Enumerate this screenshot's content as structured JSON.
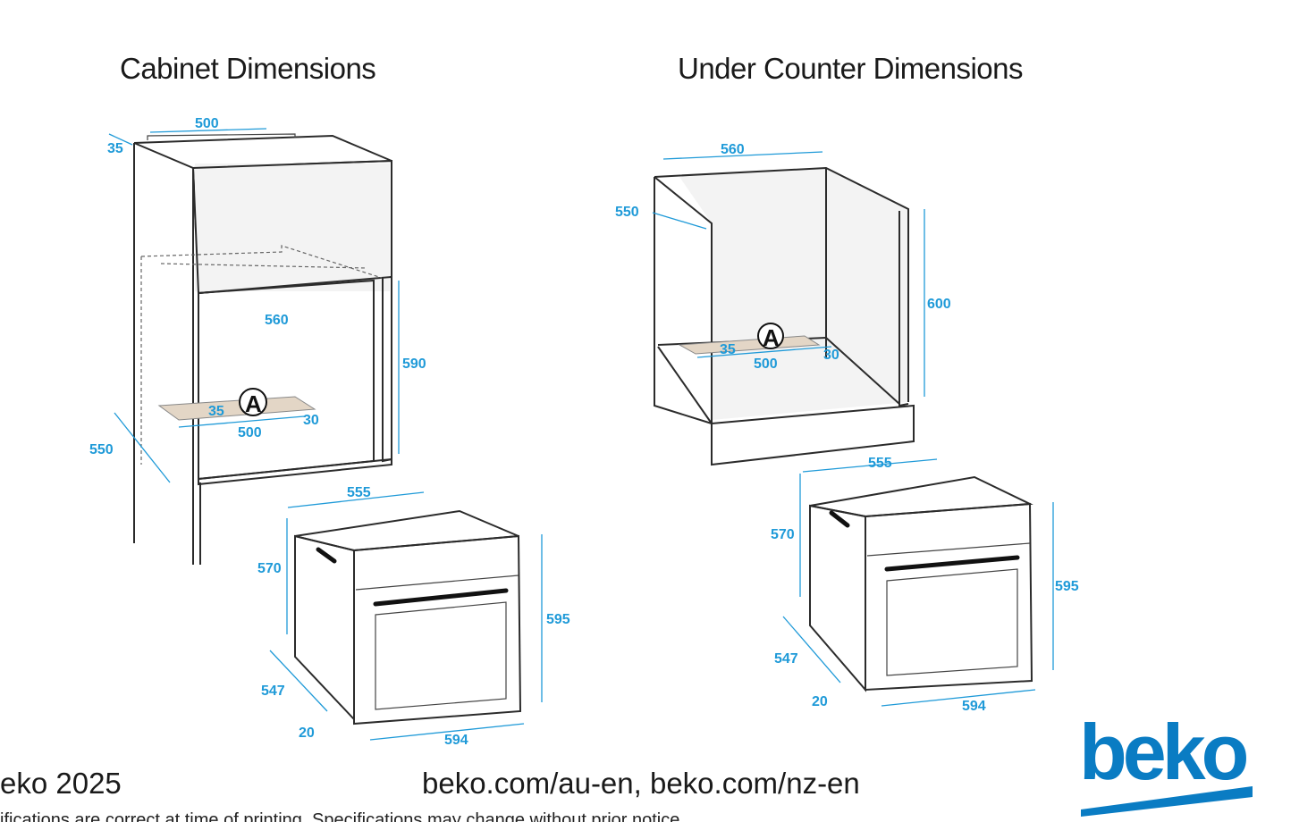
{
  "titles": {
    "cabinet": "Cabinet Dimensions",
    "under_counter": "Under Counter Dimensions"
  },
  "cabinet_diagram": {
    "cabinet_width_top": "500",
    "top_offset": "35",
    "inner_depth": "560",
    "opening_height": "590",
    "cabinet_depth": "550",
    "vent_left": "35",
    "vent_width": "500",
    "vent_right": "30",
    "vent_marker": "A",
    "oven_depth_top": "555",
    "oven_body_height": "570",
    "oven_total_height": "595",
    "oven_side_depth": "547",
    "oven_front_depth": "20",
    "oven_width": "594"
  },
  "under_counter_diagram": {
    "cabinet_width": "560",
    "cabinet_depth": "550",
    "opening_height": "600",
    "vent_left": "35",
    "vent_width": "500",
    "vent_right": "30",
    "vent_marker": "A",
    "oven_depth_top": "555",
    "oven_body_height": "570",
    "oven_total_height": "595",
    "oven_side_depth": "547",
    "oven_front_depth": "20",
    "oven_width": "594"
  },
  "footer": {
    "copyright": "eko 2025",
    "urls": "beko.com/au-en, beko.com/nz-en",
    "disclaimer": "ifications are correct at time of printing. Specifications may change without prior notice."
  },
  "logo": {
    "text": "beko",
    "color": "#0a7cc3"
  },
  "colors": {
    "dimension": "#1f9ad8",
    "line": "#2b2b2b"
  }
}
